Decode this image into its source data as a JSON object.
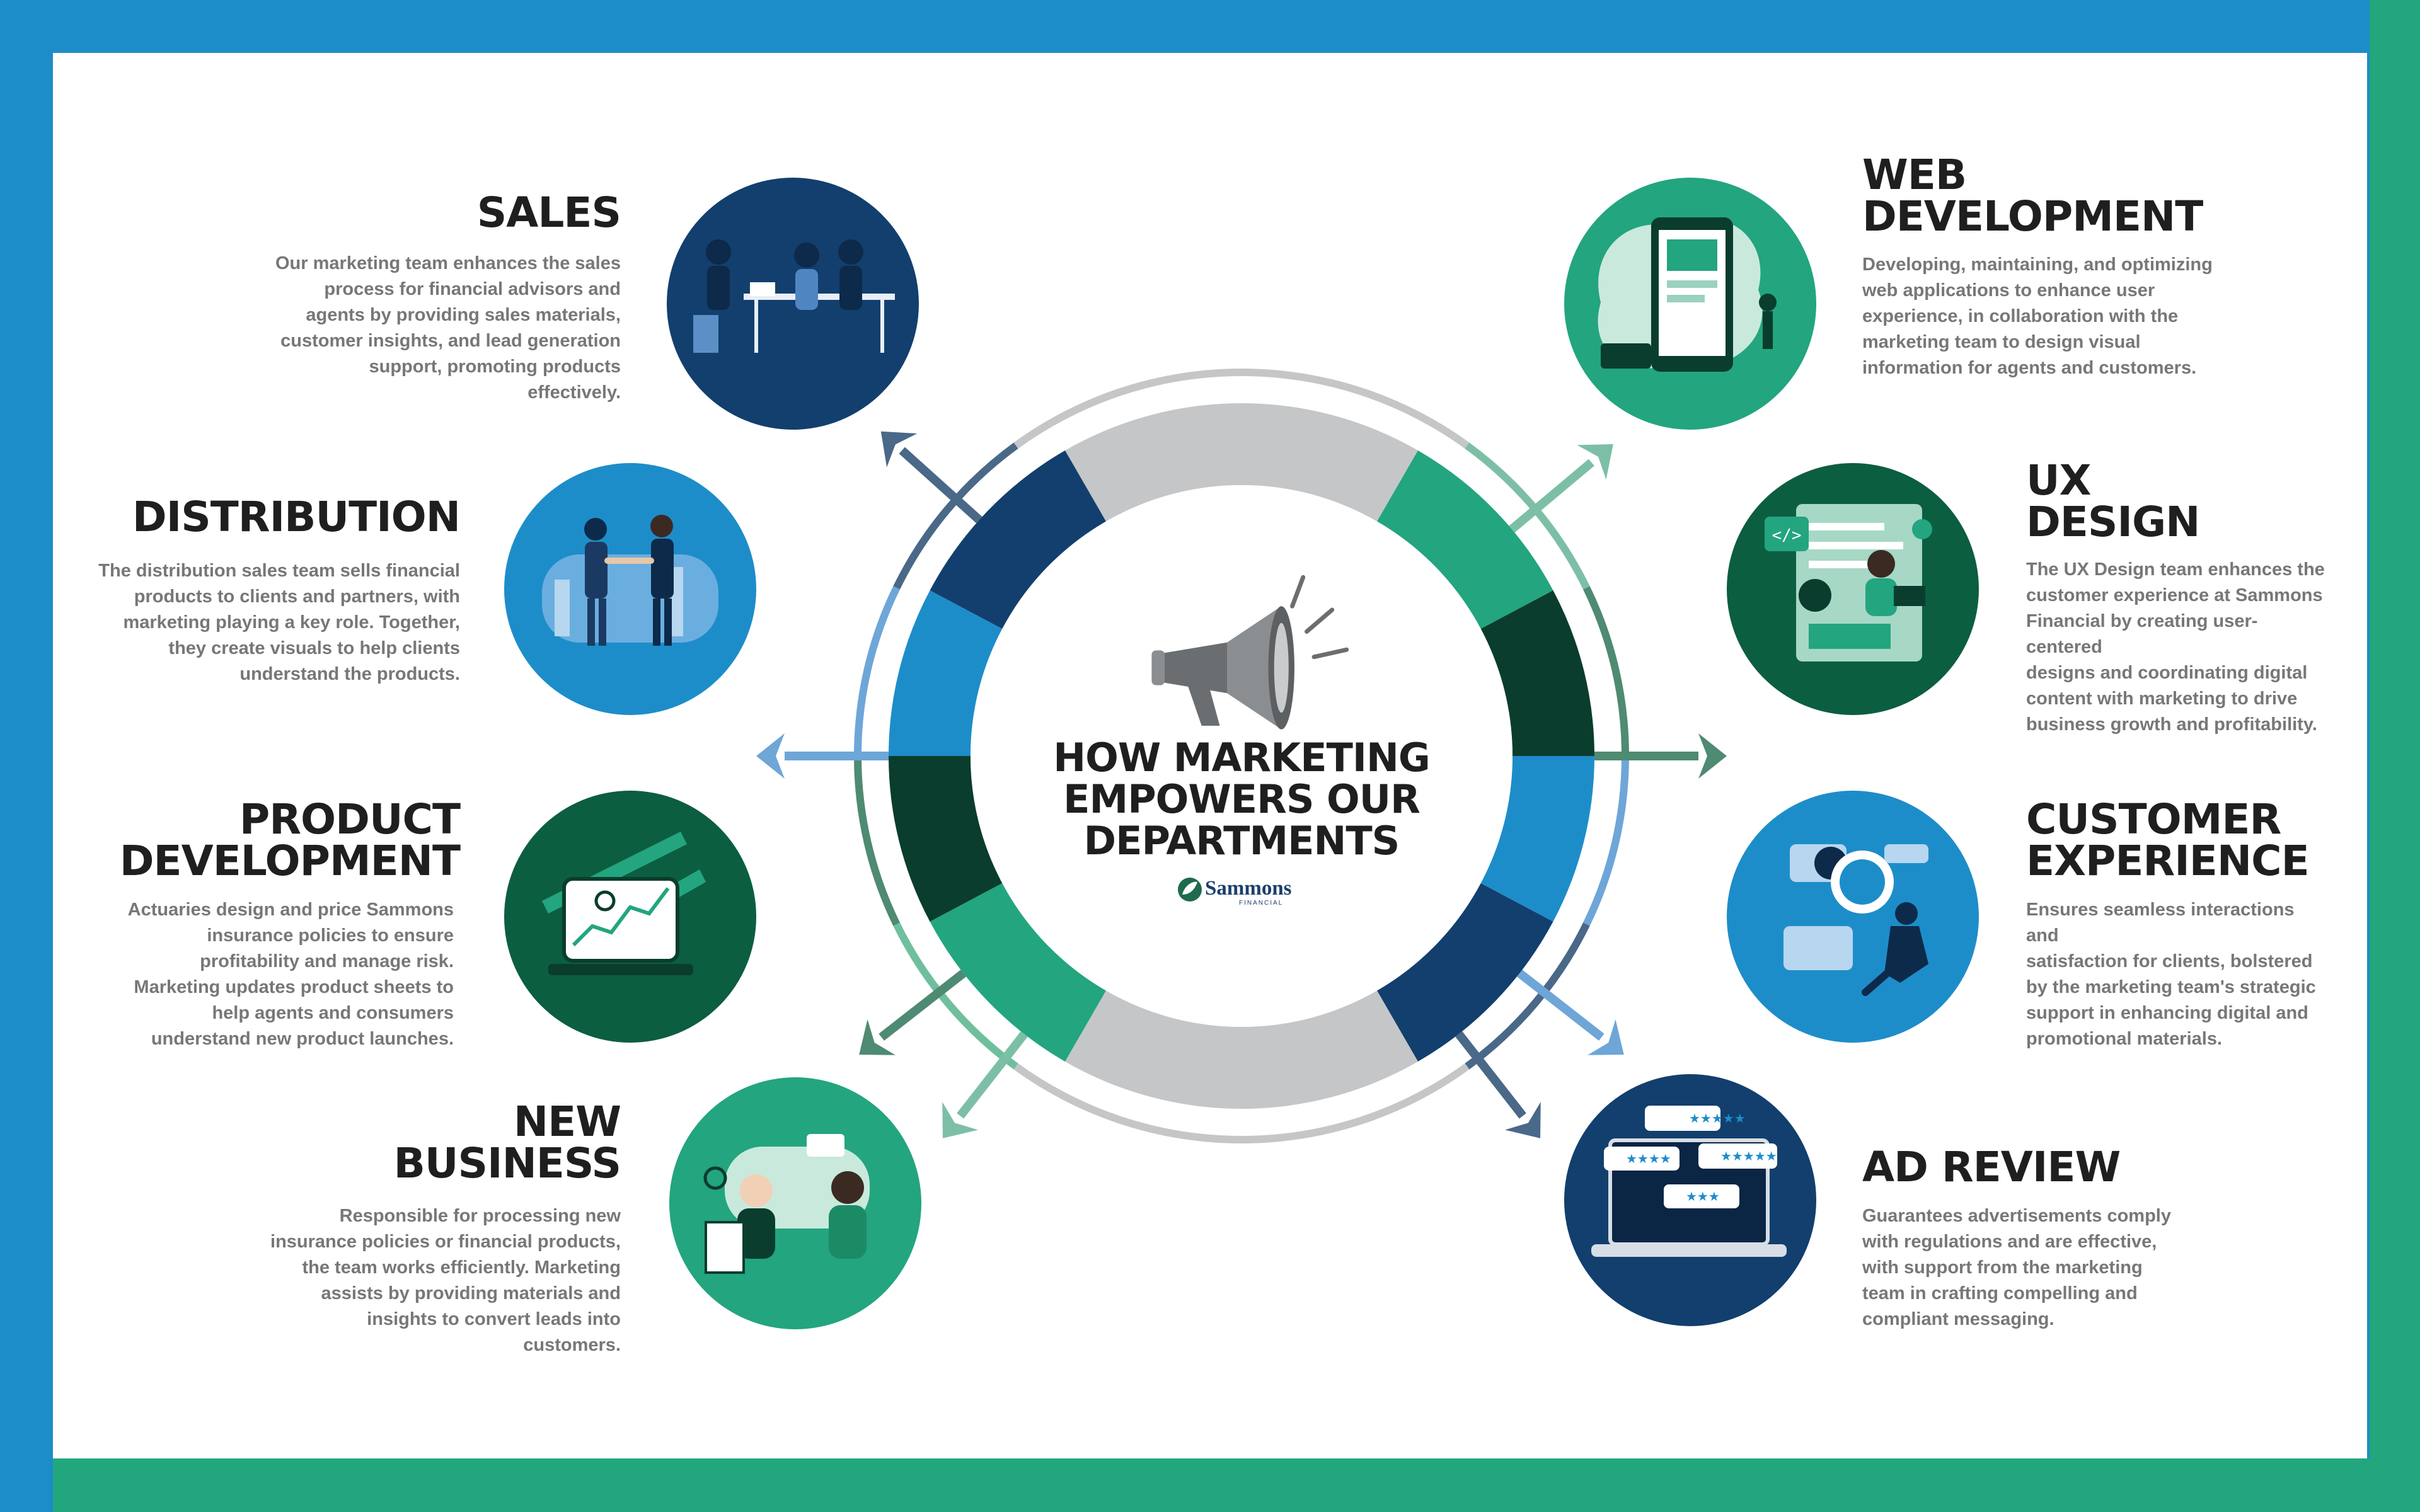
{
  "title_lines": [
    "HOW MARKETING",
    "EMPOWERS OUR",
    "DEPARTMENTS"
  ],
  "logo": {
    "name": "Sammons",
    "sub": "FINANCIAL"
  },
  "colors": {
    "frame_blue": "#1d8dc9",
    "frame_green": "#22a67e",
    "navy": "#123f6e",
    "blue": "#1d8dc9",
    "dark_green": "#0a3d2d",
    "green": "#23a57f",
    "gray": "#c4c6c8",
    "slate": "#4a6888"
  },
  "departments": {
    "sales": {
      "title": [
        "SALES"
      ],
      "desc": [
        "Our marketing team enhances the sales",
        "process for financial advisors and",
        "agents by providing sales materials,",
        "customer insights, and lead generation",
        "support, promoting products",
        "effectively."
      ],
      "icon": "team-meeting-icon"
    },
    "distribution": {
      "title": [
        "DISTRIBUTION"
      ],
      "desc": [
        "The distribution sales team sells financial",
        "products to clients and partners, with",
        "marketing playing a key role. Together,",
        "they create visuals to help clients",
        "understand the products."
      ],
      "icon": "handshake-icon"
    },
    "product_development": {
      "title": [
        "PRODUCT",
        "DEVELOPMENT"
      ],
      "desc": [
        "Actuaries design and price Sammons",
        "insurance policies to ensure",
        "profitability and manage risk.",
        "Marketing updates product sheets to",
        "help agents and consumers",
        "understand new product launches."
      ],
      "icon": "stock-chart-icon"
    },
    "new_business": {
      "title": [
        "NEW",
        "BUSINESS"
      ],
      "desc": [
        "Responsible for processing new",
        "insurance policies or financial products,",
        "the team works efficiently. Marketing",
        "assists by providing materials and",
        "insights to convert leads into",
        "customers."
      ],
      "icon": "collaboration-icon"
    },
    "web_development": {
      "title": [
        "WEB",
        "DEVELOPMENT"
      ],
      "desc": [
        "Developing, maintaining, and optimizing",
        "web applications to enhance user",
        "experience, in collaboration with the",
        "marketing team to design visual",
        "information for agents and customers."
      ],
      "icon": "mobile-app-icon"
    },
    "ux_design": {
      "title": [
        "UX",
        "DESIGN"
      ],
      "desc": [
        "The UX Design team enhances the",
        "customer experience at Sammons",
        "Financial by creating user-centered",
        "designs and coordinating digital",
        "content with marketing to drive",
        "business growth and profitability."
      ],
      "icon": "ux-coding-icon"
    },
    "customer_experience": {
      "title": [
        "CUSTOMER",
        "EXPERIENCE"
      ],
      "desc": [
        "Ensures seamless interactions and",
        "satisfaction for clients, bolstered",
        "by the marketing team's strategic",
        "support in enhancing digital and",
        "promotional materials."
      ],
      "icon": "feedback-icon"
    },
    "ad_review": {
      "title": [
        "AD REVIEW"
      ],
      "desc": [
        "Guarantees advertisements comply",
        "with regulations and are effective,",
        "with support from the marketing",
        "team in crafting compelling and",
        "compliant messaging."
      ],
      "icon": "laptop-ratings-icon"
    }
  },
  "center_icon": "megaphone-icon"
}
